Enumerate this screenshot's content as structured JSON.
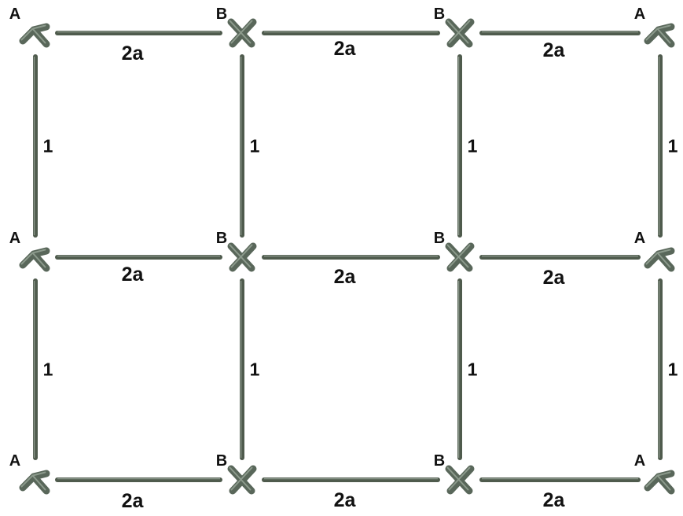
{
  "nodes": [
    {
      "type": "A",
      "label": "A"
    },
    {
      "type": "B",
      "label": "B"
    },
    {
      "type": "B",
      "label": "B"
    },
    {
      "type": "A",
      "label": "A"
    },
    {
      "type": "A",
      "label": "A"
    },
    {
      "type": "B",
      "label": "B"
    },
    {
      "type": "B",
      "label": "B"
    },
    {
      "type": "A",
      "label": "A"
    },
    {
      "type": "A",
      "label": "A"
    },
    {
      "type": "B",
      "label": "B"
    },
    {
      "type": "B",
      "label": "B"
    },
    {
      "type": "A",
      "label": "A"
    }
  ],
  "horizontal_edges": [
    {
      "label": "2a"
    },
    {
      "label": "2a"
    },
    {
      "label": "2a"
    },
    {
      "label": "2a"
    },
    {
      "label": "2a"
    },
    {
      "label": "2a"
    },
    {
      "label": "2a"
    },
    {
      "label": "2a"
    },
    {
      "label": "2a"
    }
  ],
  "vertical_edges": [
    {
      "label": "1"
    },
    {
      "label": "1"
    },
    {
      "label": "1"
    },
    {
      "label": "1"
    },
    {
      "label": "1"
    },
    {
      "label": "1"
    },
    {
      "label": "1"
    },
    {
      "label": "1"
    }
  ],
  "colors": {
    "bar": "#4f5b4d",
    "connector": "#59675a",
    "text": "#111111"
  }
}
